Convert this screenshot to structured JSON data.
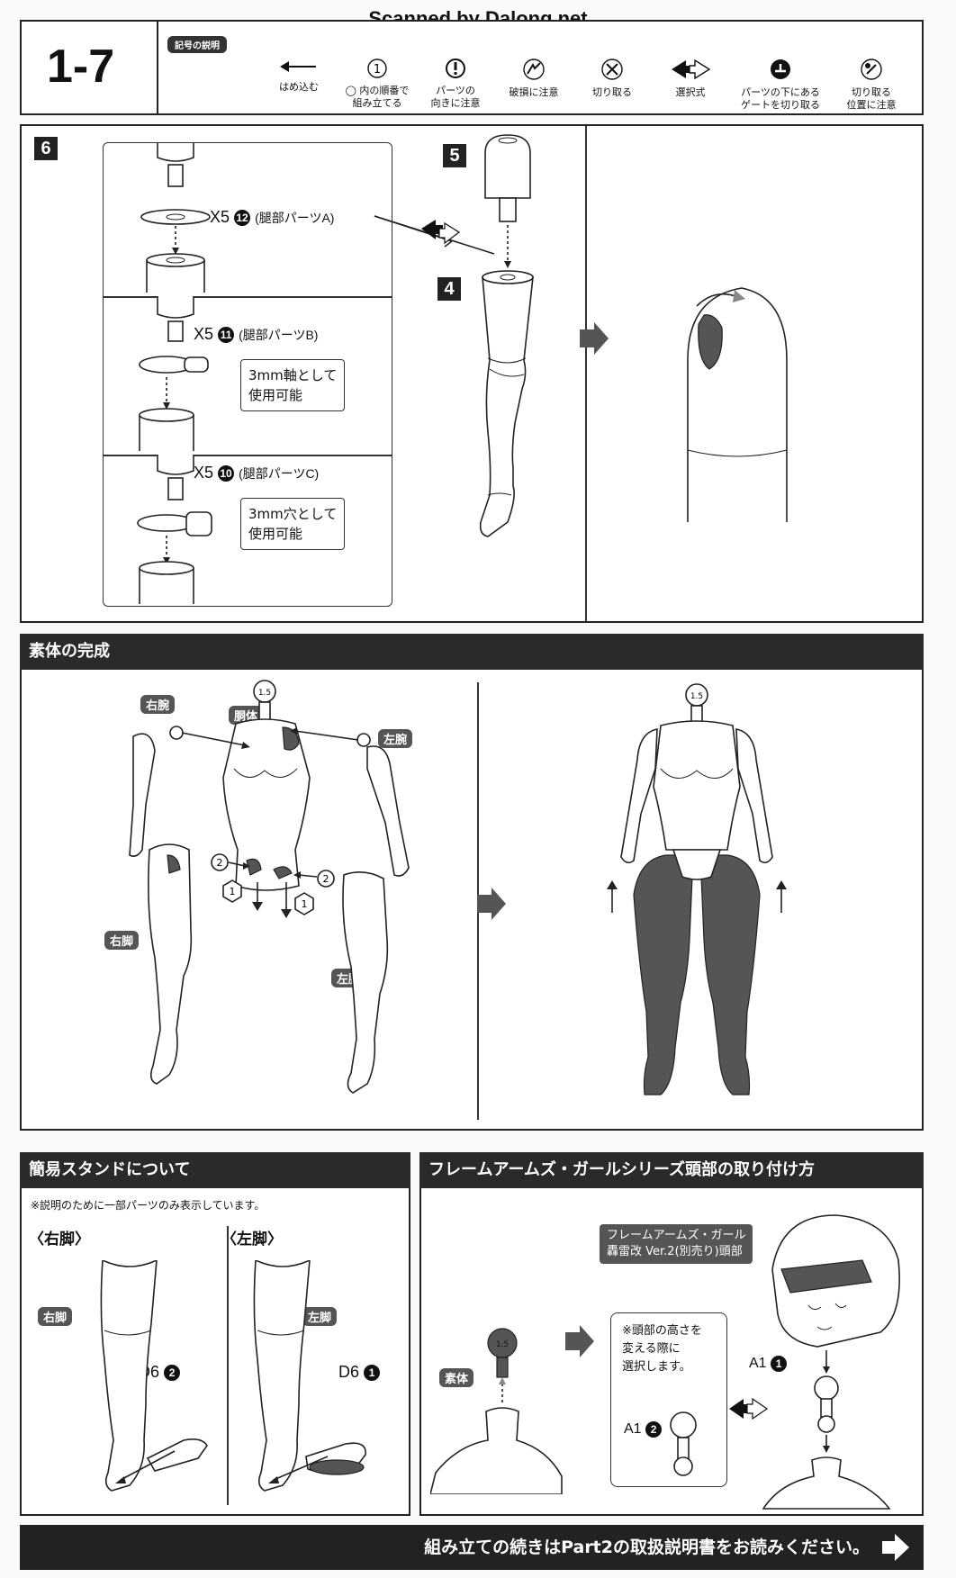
{
  "watermark": "Scanned by Dalong.net",
  "header": {
    "step": "1-7",
    "legend_title": "記号の説明",
    "legend": [
      {
        "icon": "arrow-left-icon",
        "label": "はめ込む"
      },
      {
        "icon": "circled-one-icon",
        "label": "◯ 内の順番で\n組み立てる"
      },
      {
        "icon": "exclamation-circle-icon",
        "label": "パーツの\n向きに注意"
      },
      {
        "icon": "break-warning-icon",
        "label": "破損に注意"
      },
      {
        "icon": "cut-icon",
        "label": "切り取る"
      },
      {
        "icon": "choice-arrows-icon",
        "label": "選択式"
      },
      {
        "icon": "gate-cut-icon",
        "label": "パーツの下にある\nゲートを切り取る"
      },
      {
        "icon": "cut-position-icon",
        "label": "切り取る\n位置に注意"
      }
    ]
  },
  "step6": {
    "badge": "6",
    "options": [
      {
        "qty": "X5",
        "num": "12",
        "part": "(腿部パーツA)"
      },
      {
        "qty": "X5",
        "num": "11",
        "part": "(腿部パーツB)",
        "note": "3mm軸として\n使用可能"
      },
      {
        "qty": "X5",
        "num": "10",
        "part": "(腿部パーツC)",
        "note": "3mm穴として\n使用可能"
      }
    ],
    "thigh_badge": "5",
    "leg_badge": "4"
  },
  "body_complete": {
    "title": "素体の完成",
    "labels": {
      "right_arm": "右腕",
      "torso": "胴体",
      "left_arm": "左腕",
      "right_leg": "右脚",
      "left_leg": "左脚"
    },
    "neck_size": "1.5",
    "neck_size_2": "1.5",
    "order_2": "2",
    "order_1": "1",
    "order_1b": "1",
    "order_2b": "2"
  },
  "stand": {
    "title": "簡易スタンドについて",
    "note": "※説明のために一部パーツのみ表示しています。",
    "right_heading": "〈右脚〉",
    "left_heading": "〈左脚〉",
    "right_tag": "右脚",
    "left_tag": "左脚",
    "right_part": "D6",
    "right_num": "2",
    "left_part": "D6",
    "left_num": "1"
  },
  "head": {
    "title": "フレームアームズ・ガールシリーズ頭部の取り付け方",
    "product_label": "フレームアームズ・ガール\n轟雷改 Ver.2(別売り)頭部",
    "body_tag": "素体",
    "neck_size": "1.5",
    "note": "※頭部の高さを\n変える際に\n選択します。",
    "opt_a_part": "A1",
    "opt_a_num": "2",
    "opt_b_part": "A1",
    "opt_b_num": "1"
  },
  "footer": "組み立ての続きはPart2の取扱説明書をお読みください。"
}
